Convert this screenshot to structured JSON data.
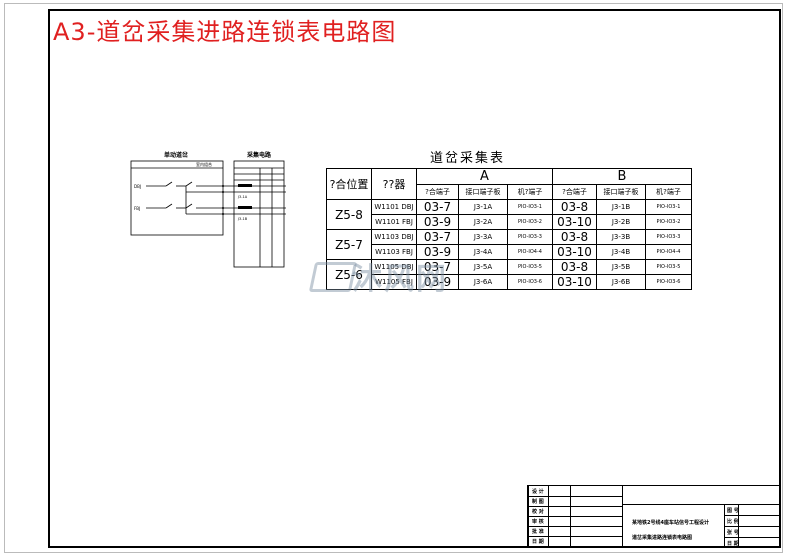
{
  "title": "A3-道岔采集进路连锁表电路图",
  "table_title": "道岔采集表",
  "schematic": {
    "left_box_title": "单动道岔",
    "left_box_right_label": "室内组合",
    "right_box_title": "采集电路",
    "labels": [
      "DBJ",
      "FBJ",
      "J3-1A",
      "J3-1B"
    ]
  },
  "table": {
    "header": {
      "col1": "?合位置",
      "col2": "??器",
      "group_a": "A",
      "group_b": "B",
      "a_cols": [
        "?合端子",
        "接口端子板",
        "机?端子"
      ],
      "b_cols": [
        "?合端子",
        "接口端子板",
        "机?端子"
      ]
    },
    "groups": [
      {
        "position": "Z5-8",
        "rows": [
          {
            "device": "W1101 DBJ",
            "a1": "03-7",
            "a2": "J3-1A",
            "a3": "PIO-IO3-1",
            "b1": "03-8",
            "b2": "J3-1B",
            "b3": "PIO-IO3-1"
          },
          {
            "device": "W1101 FBJ",
            "a1": "03-9",
            "a2": "J3-2A",
            "a3": "PIO-IO3-2",
            "b1": "03-10",
            "b2": "J3-2B",
            "b3": "PIO-IO3-2"
          }
        ]
      },
      {
        "position": "Z5-7",
        "rows": [
          {
            "device": "W1103 DBJ",
            "a1": "03-7",
            "a2": "J3-3A",
            "a3": "PIO-IO3-3",
            "b1": "03-8",
            "b2": "J3-3B",
            "b3": "PIO-IO3-3"
          },
          {
            "device": "W1103 FBJ",
            "a1": "03-9",
            "a2": "J3-4A",
            "a3": "PIO-IO4-4",
            "b1": "03-10",
            "b2": "J3-4B",
            "b3": "PIO-IO4-4"
          }
        ]
      },
      {
        "position": "Z5-6",
        "rows": [
          {
            "device": "W1105 DBJ",
            "a1": "03-7",
            "a2": "J3-5A",
            "a3": "PIO-IO3-5",
            "b1": "03-8",
            "b2": "J3-5B",
            "b3": "PIO-IO3-5"
          },
          {
            "device": "W1105 FBJ",
            "a1": "03-9",
            "a2": "J3-6A",
            "a3": "PIO-IO3-6",
            "b1": "03-10",
            "b2": "J3-6B",
            "b3": "PIO-IO3-6"
          }
        ]
      }
    ]
  },
  "watermark": "沐风网",
  "titleblock": {
    "left_labels": [
      "设 计",
      "制 图",
      "校 对",
      "审 核",
      "批 准",
      "日 期"
    ],
    "project_line1": "某地铁2号线4座车站信号工程设计",
    "project_line2": "道岔采集进路连锁表电路图",
    "right_labels": [
      "图 号",
      "比 例",
      "张 号",
      "日 期"
    ]
  }
}
